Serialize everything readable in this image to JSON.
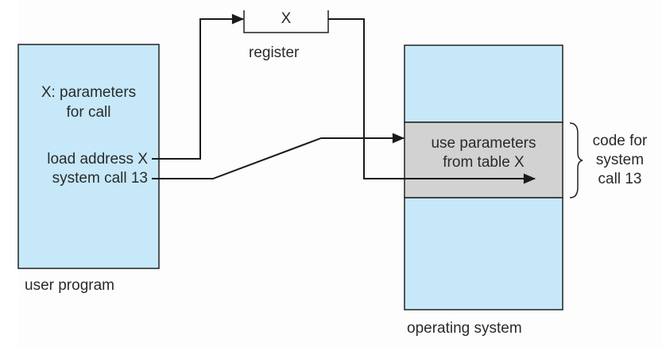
{
  "diagram": {
    "user_program": {
      "label": "user program",
      "lines": {
        "params_1": "X: parameters",
        "params_2": "for call",
        "load": "load address X",
        "syscall": "system call 13"
      }
    },
    "register": {
      "value": "X",
      "label": "register"
    },
    "operating_system": {
      "label": "operating system",
      "code_block_1": "use parameters",
      "code_block_2": "from table X"
    },
    "brace_annotation": {
      "line1": "code for",
      "line2": "system",
      "line3": "call 13"
    },
    "colors": {
      "memory_fill": "#c6e8f9",
      "code_fill": "#d2d2d2",
      "stroke": "#222222"
    }
  }
}
